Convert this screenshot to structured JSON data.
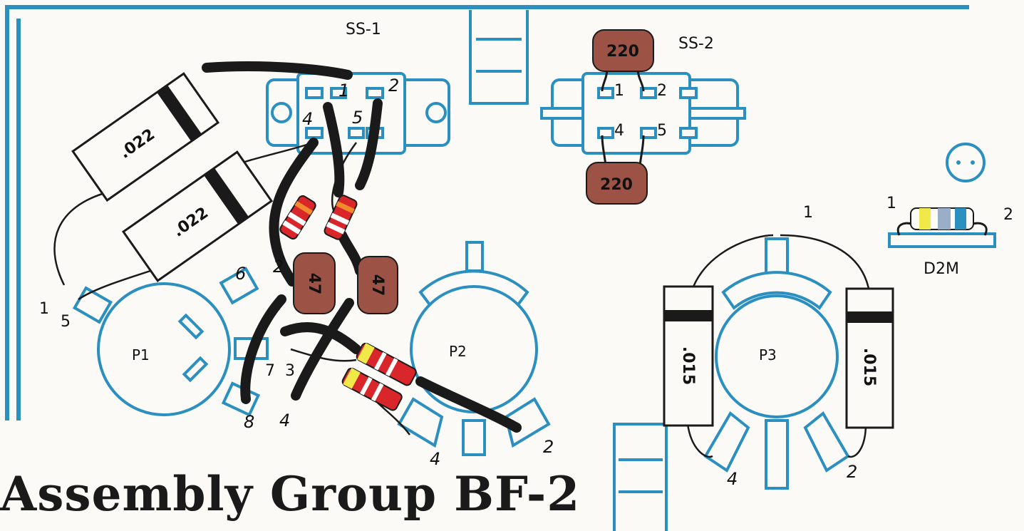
{
  "title": "Assembly Group BF-2",
  "colors": {
    "outline": "#2b8fbf",
    "wire": "#1a1a1a",
    "ceramic_cap": "#9c5346",
    "resistor_red": "#d9262b",
    "resistor_yellow": "#f1e84a",
    "resistor_orange": "#f08a2c"
  },
  "labels": {
    "ss1": "SS-1",
    "ss2": "SS-2",
    "d2m": "D2M",
    "p1": "P1",
    "p2": "P2",
    "p3": "P3"
  },
  "capacitors": {
    "c1": ".022",
    "c2": ".022",
    "c3": "47",
    "c4": "47",
    "c5": "220",
    "c6": "220",
    "c7": ".015",
    "c8": ".015"
  },
  "pins": {
    "ss1_1": "1",
    "ss1_2": "2",
    "ss1_4": "4",
    "ss1_5": "5",
    "ss2_1": "1",
    "ss2_2": "2",
    "ss2_4": "4",
    "ss2_5": "5",
    "p1_1": "1",
    "p1_5": "5",
    "p1_6": "6",
    "p1_2": "2",
    "p1_7": "7",
    "p1_3": "3",
    "p1_8": "8",
    "p1_4": "4",
    "p2_4": "4",
    "p2_2": "2",
    "p3_1": "1",
    "p3_4": "4",
    "p3_2": "2",
    "d2m_1": "1",
    "d2m_2": "2"
  }
}
